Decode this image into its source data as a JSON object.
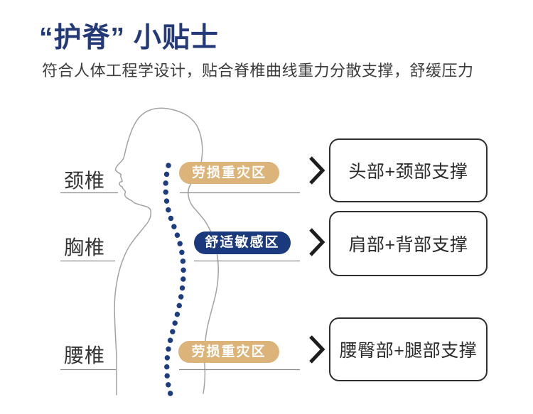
{
  "header": {
    "title": "“护脊” 小贴士",
    "subtitle": "符合人体工程学设计，贴合脊椎曲线重力分散支撑，舒缓压力"
  },
  "diagram": {
    "rows": [
      {
        "label": "颈椎",
        "tag": "劳损重灾区",
        "tag_color": "#dcb378",
        "box": "头部+颈部支撑"
      },
      {
        "label": "胸椎",
        "tag": "舒适敏感区",
        "tag_color": "#1a3a7d",
        "box": "肩部+背部支撑"
      },
      {
        "label": "腰椎",
        "tag": "劳损重灾区",
        "tag_color": "#dcb378",
        "box": "腰臀部+腿部支撑"
      }
    ]
  },
  "icons": {
    "chevron_right": "❯"
  },
  "colors": {
    "title_navy": "#233978",
    "tag_gold": "#dcb378",
    "tag_navy": "#1a3a7d",
    "spine_dot_navy": "#1e3d80",
    "body_outline_gray": "#a2a2a2",
    "divider_gray": "#8d8d8d",
    "box_border": "#2e2e2e",
    "text_dark": "#3d3d3d"
  }
}
